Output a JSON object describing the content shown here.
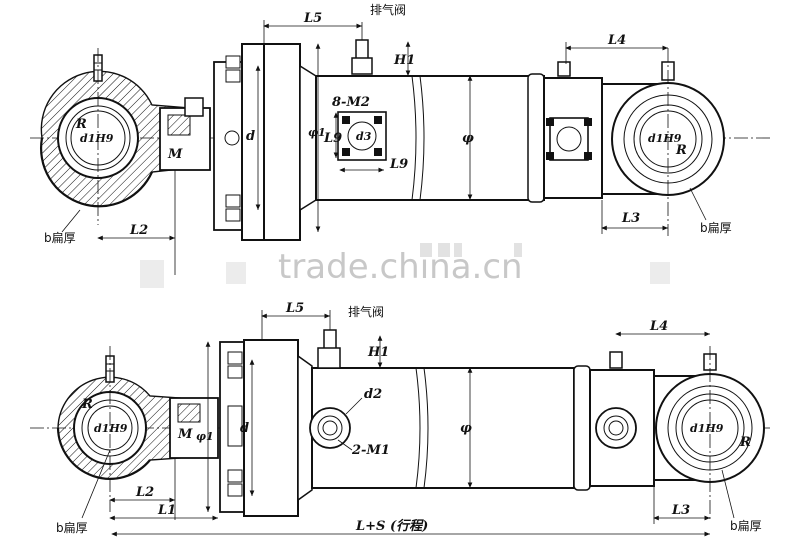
{
  "watermark": "trade.china.cn",
  "top_view": {
    "labels": {
      "L5": "L5",
      "vent_valve": "排气阀",
      "H1": "H1",
      "L4": "L4",
      "bolts": "8-M2",
      "L9_vertical": "L9",
      "L9_horizontal": "L9",
      "d3": "d3",
      "M": "M",
      "d": "d",
      "phi1": "φ1",
      "phi": "φ",
      "R_left": "R",
      "d1H9_left": "d1H9",
      "d1H9_right": "d1H9",
      "R_right": "R",
      "L2": "L2",
      "L3": "L3",
      "b_thick_left": "b扁厚",
      "b_thick_right": "b扁厚"
    }
  },
  "bottom_view": {
    "labels": {
      "L5": "L5",
      "vent_valve": "排气阀",
      "H1": "H1",
      "L4": "L4",
      "d2": "d2",
      "ports": "2-M1",
      "M": "M",
      "phi1": "φ1",
      "d": "d",
      "phi": "φ",
      "R_left": "R",
      "d1H9_left": "d1H9",
      "d1H9_right": "d1H9",
      "R_right": "R",
      "L2": "L2",
      "L1": "L1",
      "L_plus_S": "L+S (行程)",
      "L3": "L3",
      "b_thick_left": "b扁厚",
      "b_thick_right": "b扁厚"
    }
  }
}
